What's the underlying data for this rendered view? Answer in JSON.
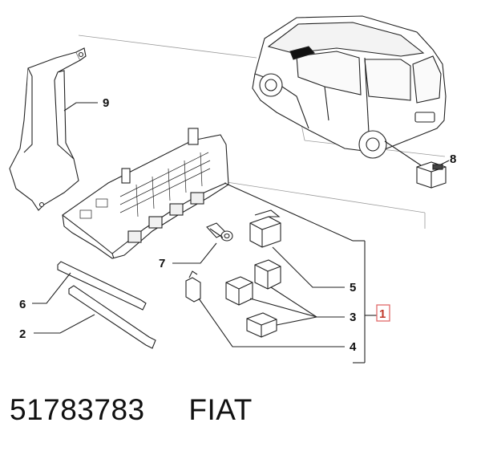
{
  "diagram": {
    "callouts": {
      "c1": "1",
      "c2": "2",
      "c3": "3",
      "c4": "4",
      "c5": "5",
      "c6": "6",
      "c7": "7",
      "c8": "8",
      "c9": "9"
    },
    "colors": {
      "line": "#222222",
      "guide": "#9a9a9a",
      "highlight_box": "#e06a6a",
      "highlight_text": "#c0392b"
    }
  },
  "footer": {
    "part_number": "51783783",
    "brand": "FIAT"
  }
}
